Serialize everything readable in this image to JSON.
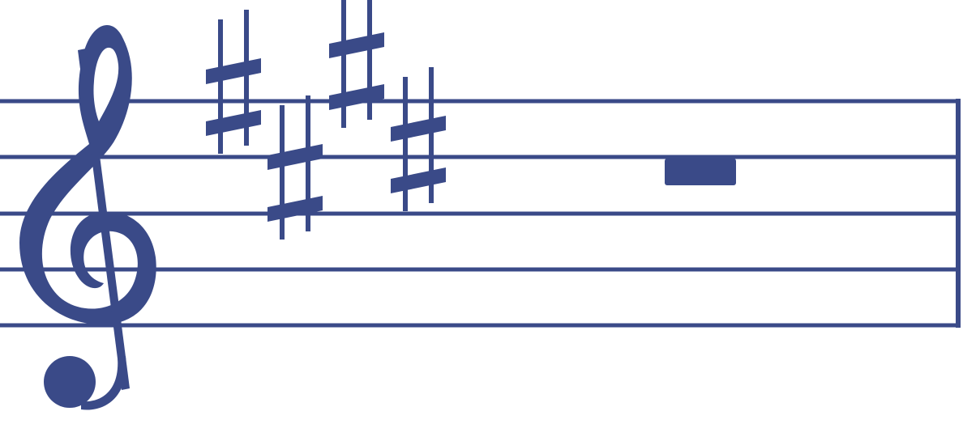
{
  "score": {
    "clef": "treble",
    "key_signature": {
      "accidental": "sharp",
      "count": 4,
      "notes": [
        "F#",
        "C#",
        "G#",
        "D#"
      ]
    },
    "measure": {
      "content": "whole-rest",
      "count": 1
    },
    "colors": {
      "ink": "#3a4a88",
      "background": "#ffffff"
    }
  }
}
